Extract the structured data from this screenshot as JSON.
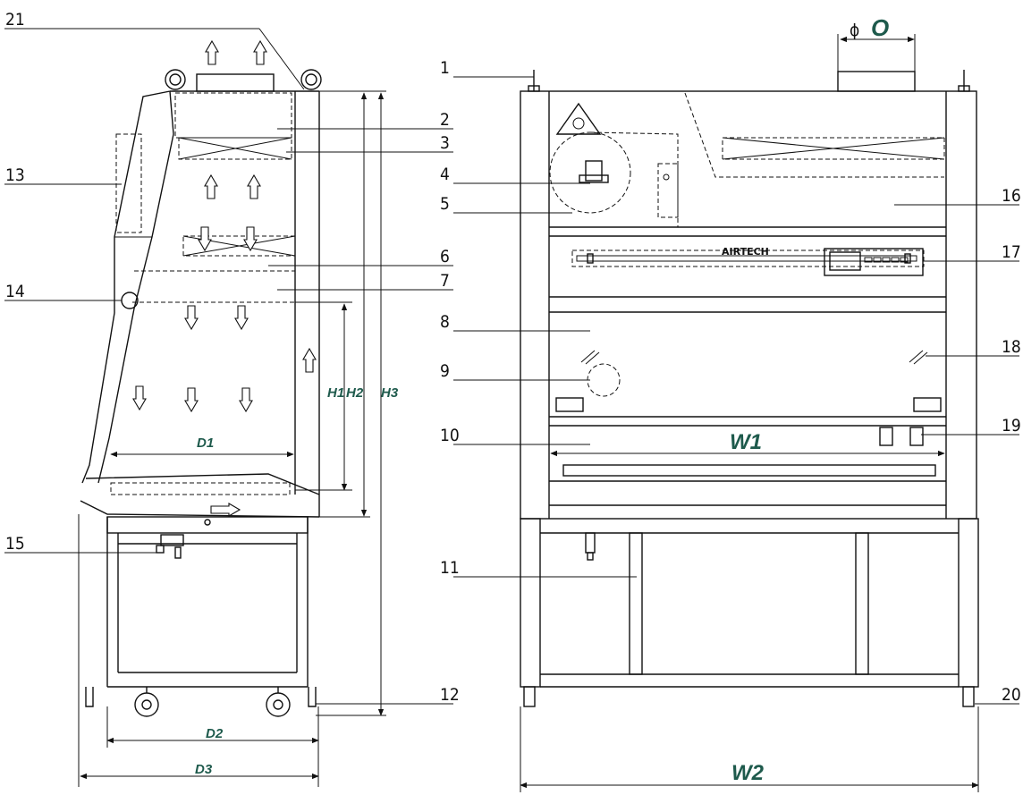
{
  "callouts": {
    "left": [
      "21",
      "13",
      "14",
      "15"
    ],
    "center": [
      "1",
      "2",
      "3",
      "4",
      "5",
      "6",
      "7",
      "8",
      "9",
      "10",
      "11",
      "12"
    ],
    "right": [
      "16",
      "17",
      "18",
      "19",
      "20"
    ]
  },
  "dimensions": {
    "D1": "D1",
    "D2": "D2",
    "D3": "D3",
    "H1": "H1",
    "H2": "H2",
    "H3": "H3",
    "W1": "W1",
    "W2": "W2",
    "O_symbol": "ϕ",
    "O": "O"
  },
  "brand": "AIRTECH",
  "colors": {
    "dimension_text": "#1e5a4c",
    "line": "#111111"
  }
}
